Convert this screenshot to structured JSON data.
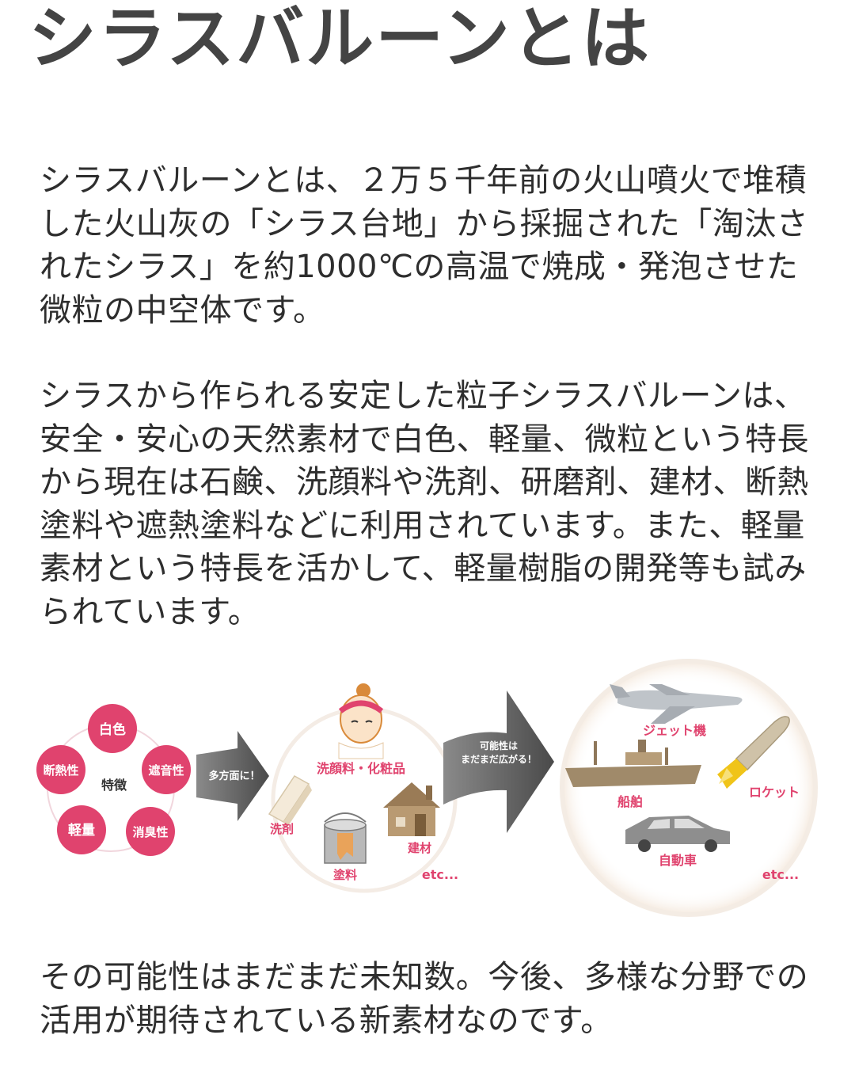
{
  "title": "シラスバルーンとは",
  "paragraphs": [
    "シラスバルーンとは、２万５千年前の火山噴火で堆積した火山灰の「シラス台地」から採掘された「淘汰されたシラス」を約1000℃の高温で焼成・発泡させた微粒の中空体です。",
    "シラスから作られる安定した粒子シラスバルーンは、安全・安心の天然素材で白色、軽量、微粒という特長から現在は石鹸、洗顔料や洗剤、研磨剤、建材、断熱塗料や遮熱塗料などに利用されています。また、軽量素材という特長を活かして、軽量樹脂の開発等も試みられています。",
    "その可能性はまだまだ未知数。今後、多様な分野での活用が期待されている新素材なのです。"
  ],
  "figure": {
    "features": {
      "center": "特徴",
      "items": [
        "白色",
        "遮音性",
        "消臭性",
        "軽量",
        "断熱性"
      ],
      "color": "#e0436e"
    },
    "arrow1": "多方面に！",
    "current_uses": {
      "items": [
        "洗顔料・化粧品",
        "洗剤",
        "塗料",
        "建材"
      ],
      "etc": "etc..."
    },
    "arrow2": [
      "可能性は",
      "まだまだ広がる！"
    ],
    "future_uses": {
      "items": [
        "ジェット機",
        "船舶",
        "ロケット",
        "自動車"
      ],
      "etc": "etc..."
    },
    "label_color": "#e0436e",
    "arrow_color": "#5b5b5b"
  }
}
